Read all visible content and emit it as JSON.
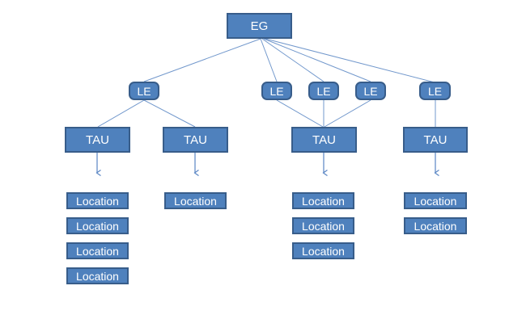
{
  "diagram_type": "hierarchy-org-chart",
  "labels": {
    "eg": "EG",
    "le": "LE",
    "tau": "TAU",
    "location": "Location"
  },
  "colors": {
    "box_fill": "#4f81bd",
    "box_border": "#385d8a",
    "connector": "#7298cc",
    "arrow": "#5a86c4",
    "background": "#ffffff",
    "text": "#ffffff"
  },
  "structure": {
    "root": "EG",
    "le_count": 5,
    "tau_count": 4,
    "location_counts_per_tau": [
      4,
      1,
      3,
      2
    ],
    "edges": [
      "EG-LE1",
      "EG-LE2",
      "EG-LE3",
      "EG-LE4",
      "EG-LE5",
      "LE1-TAU1",
      "LE1-TAU2",
      "LE2-TAU3",
      "LE3-TAU3",
      "LE4-TAU3",
      "LE5-TAU4",
      "TAU1-locations",
      "TAU2-locations",
      "TAU3-locations",
      "TAU4-locations"
    ]
  }
}
